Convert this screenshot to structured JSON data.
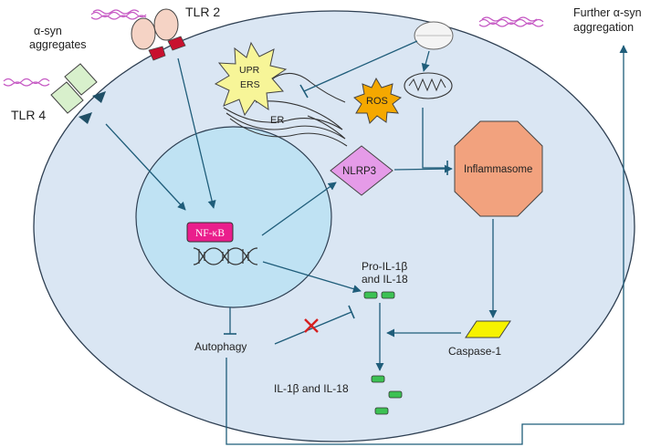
{
  "labels": {
    "tlr2": "TLR 2",
    "tlr4": "TLR 4",
    "asyn_line1": "α-syn",
    "asyn_line2": "aggregates",
    "further_line1": "Further α-syn",
    "further_line2": "aggregation",
    "upr": "UPR",
    "ers": "ERS",
    "er": "ER",
    "ros": "ROS",
    "nlrp3": "NLRP3",
    "inflammasome": "Inflammasome",
    "nfkb": "NF-κB",
    "pro_il_line1": "Pro-IL-1β",
    "pro_il_line2": "and IL-18",
    "caspase": "Caspase-1",
    "autophagy": "Autophagy",
    "il_mature": "IL-1β and IL-18"
  },
  "colors": {
    "cell_fill": "#dae6f3",
    "cell_stroke": "#2e3f52",
    "nucleus_fill": "#bfe2f3",
    "arrow": "#1f5d7a",
    "nfkb_fill": "#ea1e8c",
    "nlrp3_fill": "#e59be8",
    "inflammasome_fill": "#f2a27e",
    "caspase_fill": "#f6f200",
    "ros_fill": "#f5a800",
    "upr_fill": "#f7f598",
    "il_fill": "#3cc153",
    "block_x": "#d62020",
    "asyn_strand": "#c65ac4",
    "tlr_pink": "#f5d3c5",
    "tlr_red": "#c8102e",
    "tlr_green": "#d8f0cc",
    "tlr_teal": "#1f4f66"
  }
}
